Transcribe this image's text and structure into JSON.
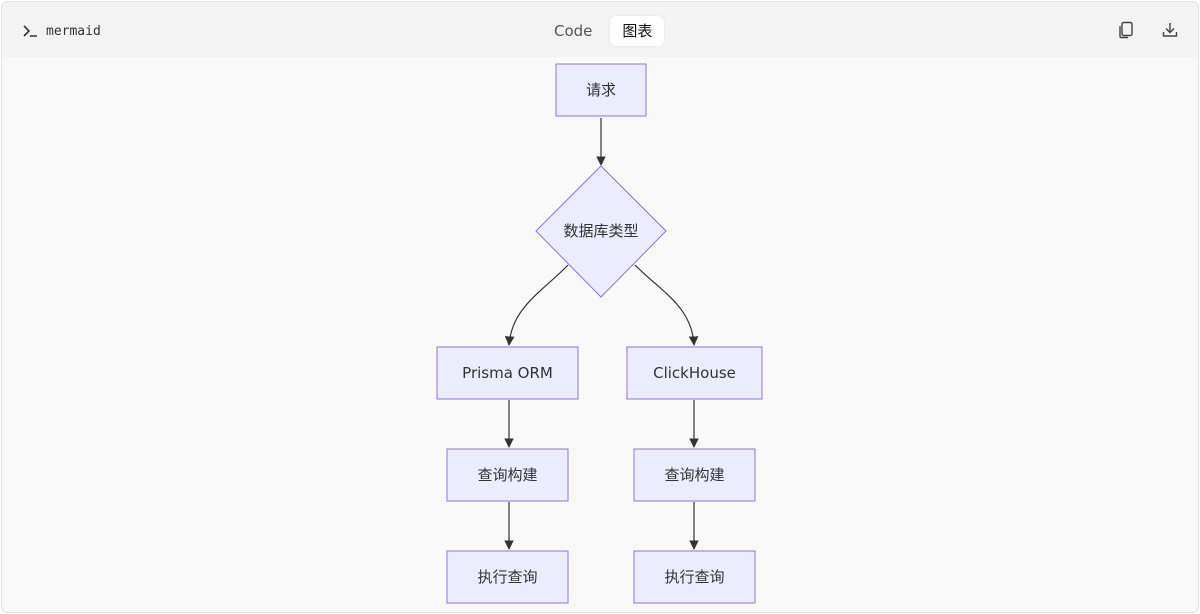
{
  "toolbar": {
    "terminal_icon": "terminal-icon",
    "language": "mermaid",
    "tabs": [
      {
        "label": "Code",
        "active": false
      },
      {
        "label": "图表",
        "active": true
      }
    ],
    "copy_icon": "copy-icon",
    "download_icon": "download-icon"
  },
  "diagram": {
    "node_fill": "#ECECFF",
    "node_stroke": "#9370DB",
    "edge_color": "#333333",
    "nodes": {
      "request": "请求",
      "db_type": "数据库类型",
      "prisma": "Prisma ORM",
      "clickhouse": "ClickHouse",
      "prisma_build": "查询构建",
      "clickhouse_build": "查询构建",
      "prisma_exec": "执行查询",
      "clickhouse_exec": "执行查询"
    }
  }
}
